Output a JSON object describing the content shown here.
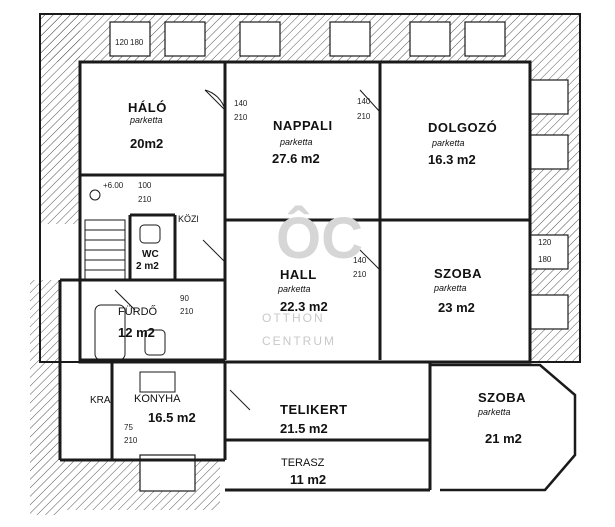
{
  "rooms": {
    "halo": {
      "name": "HÁLÓ",
      "floor": "parketta",
      "area": "20m2"
    },
    "nappali": {
      "name": "NAPPALI",
      "floor": "parketta",
      "area": "27.6 m2"
    },
    "dolgozo": {
      "name": "DOLGOZÓ",
      "floor": "parketta",
      "area": "16.3 m2"
    },
    "hall": {
      "name": "HALL",
      "floor": "parketta",
      "area": "22.3 m2"
    },
    "szoba1": {
      "name": "SZOBA",
      "floor": "parketta",
      "area": "23 m2"
    },
    "szoba2": {
      "name": "SZOBA",
      "floor": "parketta",
      "area": "21 m2"
    },
    "wc": {
      "name": "WC",
      "area": "2 m2"
    },
    "kozl": {
      "name": "KÖZl"
    },
    "furdo": {
      "name": "FÜRDŐ",
      "area": "12 m2"
    },
    "kra": {
      "name": "KRA"
    },
    "konyha": {
      "name": "KONYHA",
      "area": "16.5 m2"
    },
    "telikert": {
      "name": "TELIKERT",
      "area": "21.5 m2"
    },
    "terasz": {
      "name": "TERASZ",
      "area": "11 m2"
    }
  },
  "dimensions": {
    "d140": "140",
    "d210": "210",
    "d100": "100",
    "d120": "120",
    "d180": "180",
    "d90": "90",
    "d75": "75",
    "d600": "+6.00"
  },
  "watermark": {
    "logo": "ÔC",
    "line1": "OTTHON",
    "line2": "CENTRUM"
  },
  "colors": {
    "wall": "#1a1a1a",
    "paper": "#ffffff",
    "watermark": "#c9c9c9"
  }
}
